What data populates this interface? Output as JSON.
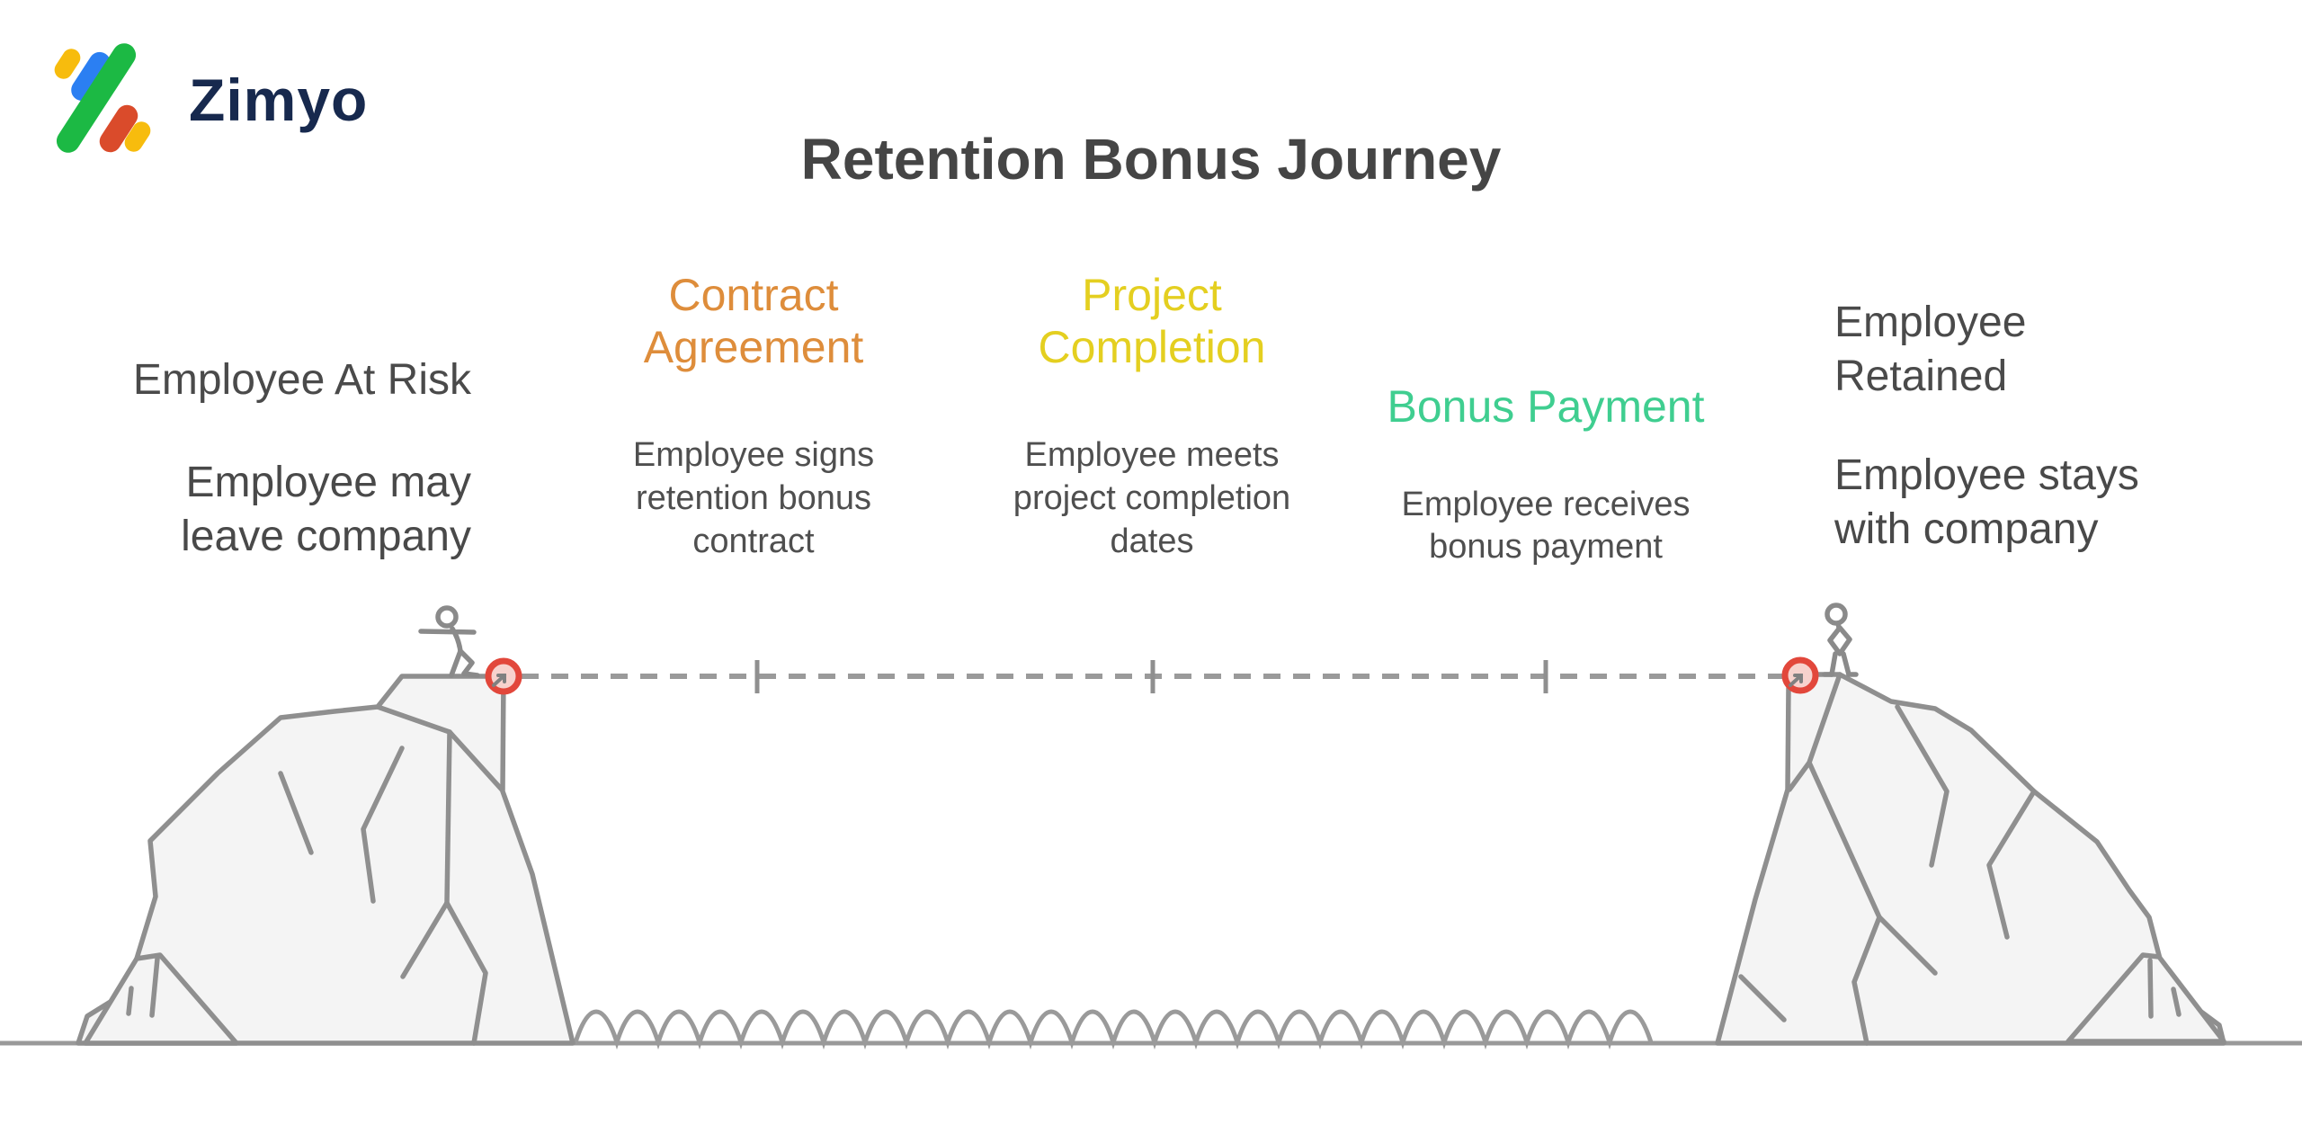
{
  "brand": {
    "name": "Zimyo",
    "wordmark_color": "#17294E",
    "logo_mark_colors": {
      "yellow": "#F7BC0D",
      "blue": "#2B7FF2",
      "green": "#1CB944",
      "red": "#DA4B2B"
    }
  },
  "header": {
    "title": "Retention Bonus Journey",
    "title_color": "#454545"
  },
  "stages": [
    {
      "label": "Employee At Risk",
      "description": "Employee may\nleave company",
      "label_color": "#4A4A4A",
      "description_color": "#494949"
    },
    {
      "label": "Contract\nAgreement",
      "description": "Employee signs\nretention bonus\ncontract",
      "label_color": "#DE8D3B",
      "description_color": "#4F4F4F"
    },
    {
      "label": "Project\nCompletion",
      "description": "Employee meets\nproject completion\ndates",
      "label_color": "#E4CF20",
      "description_color": "#4F4F4F"
    },
    {
      "label": "Bonus Payment",
      "description": "Employee receives\nbonus payment",
      "label_color": "#3FCE90",
      "description_color": "#4F4F4F"
    },
    {
      "label": "Employee\nRetained",
      "description": "Employee stays\nwith company",
      "label_color": "#4A4A4A",
      "description_color": "#494949"
    }
  ],
  "illustration": {
    "left_figure": "stick-figure-walking",
    "right_figure": "stick-figure-standing",
    "anchor_stroke_color": "#E2473B",
    "anchor_fill_color": "#F7D2CD",
    "rope_color": "#9A9A9A",
    "rope_tick_count": 3,
    "cliff_stroke_color": "#8F8F8F",
    "cliff_fill_color": "#F4F4F4",
    "water_color": "#9A9A9A",
    "ground_color": "#999999"
  }
}
